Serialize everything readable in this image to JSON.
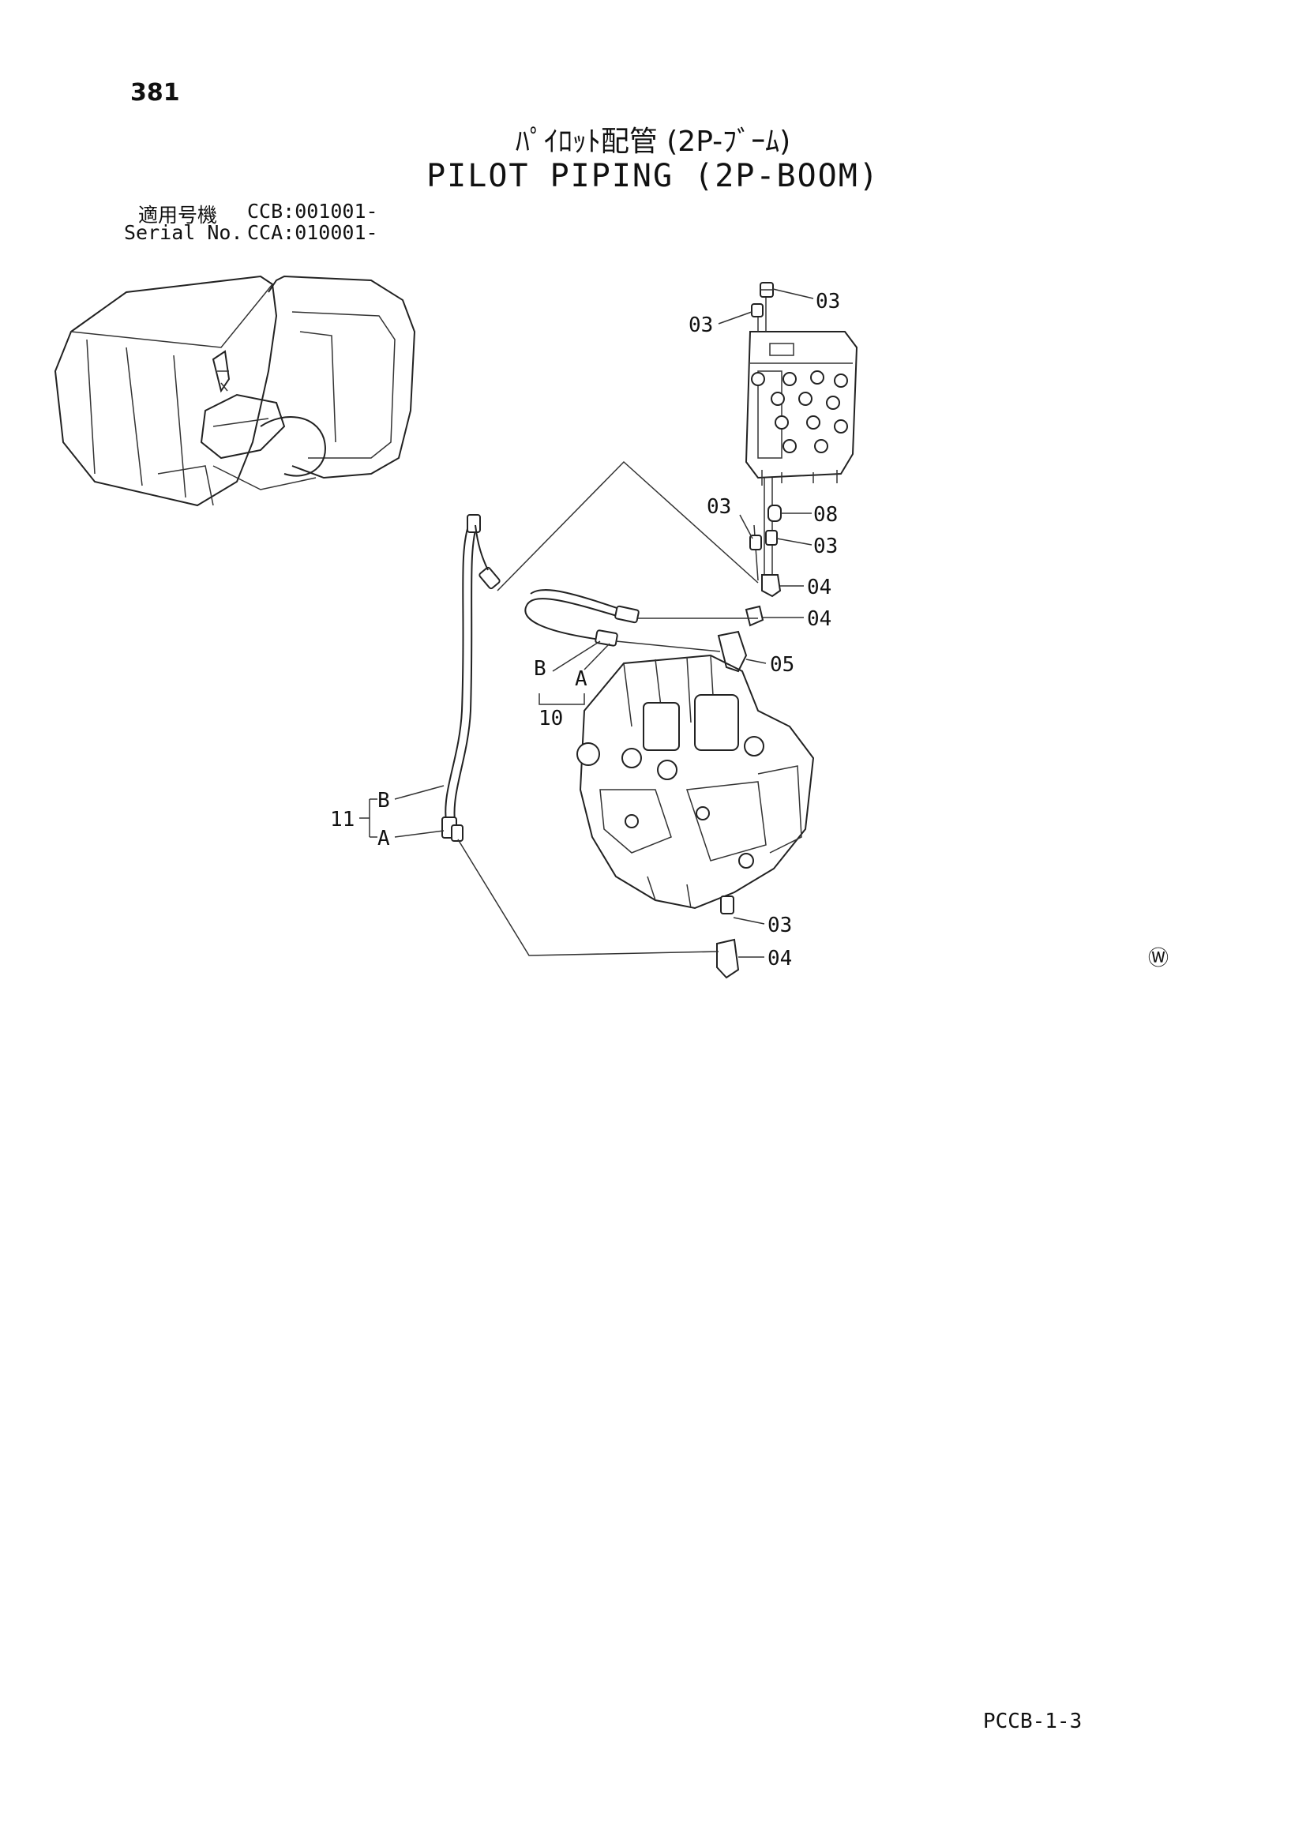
{
  "page": {
    "number": "381",
    "title_jp": "ﾊﾟｲﾛｯﾄ配管 (2P-ﾌﾞｰﾑ)",
    "title_en": "PILOT PIPING (2P-BOOM)",
    "applicability_label": "適用号機",
    "applicability_value": "CCB:001001-",
    "serial_label": "Serial No.",
    "serial_value": "CCA:010001-",
    "footer_code": "PCCB-1-3"
  },
  "diagram": {
    "callouts": {
      "c03_top_right": "03",
      "c03_top_left": "03",
      "c03_mid_left": "03",
      "c08": "08",
      "c03_mid_right": "03",
      "c04_upper": "04",
      "c04_middle": "04",
      "c05": "05",
      "c03_bottom": "03",
      "c04_bottom": "04",
      "hose10_b": "B",
      "hose10_a": "A",
      "hose10_num": "10",
      "hose11_num": "11",
      "hose11_b": "B",
      "hose11_a": "A"
    },
    "mark": "Ⓦ"
  }
}
